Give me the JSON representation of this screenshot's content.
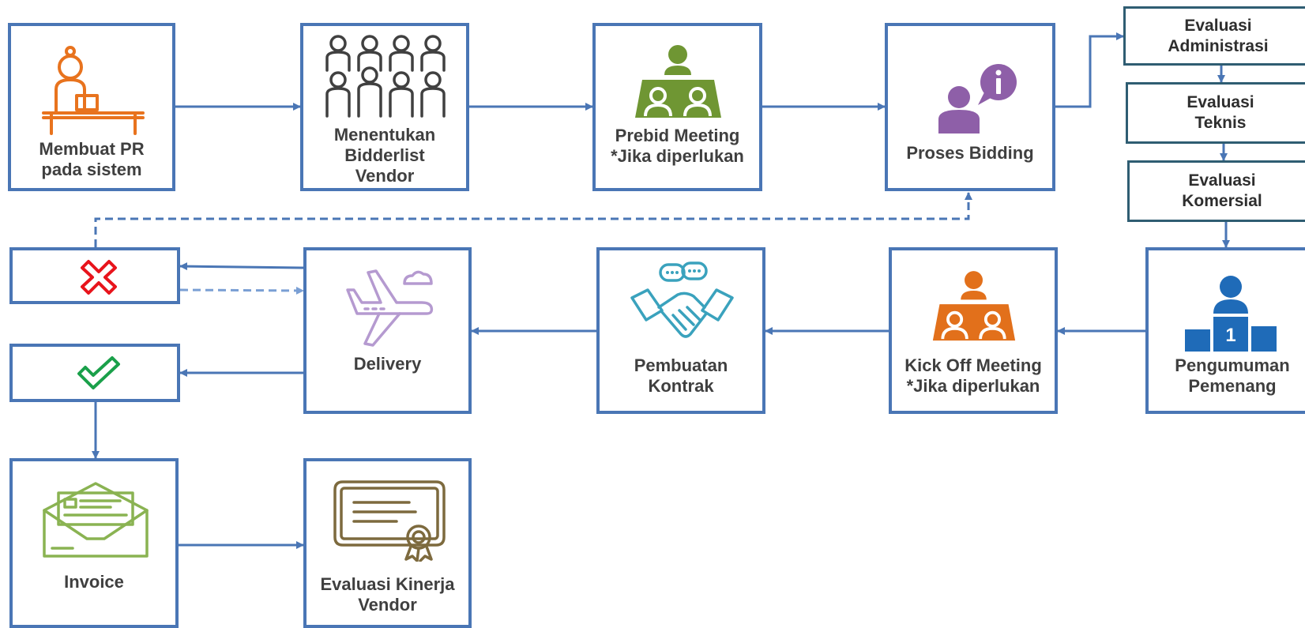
{
  "steps": {
    "pr": [
      "Membuat PR",
      "pada sistem"
    ],
    "bidderlist": [
      "Menentukan",
      "Bidderlist",
      "Vendor"
    ],
    "prebid": [
      "Prebid Meeting",
      "*Jika diperlukan"
    ],
    "bidding": [
      "Proses Bidding"
    ],
    "eval_admin": [
      "Evaluasi",
      "Administrasi"
    ],
    "eval_teknis": [
      "Evaluasi",
      "Teknis"
    ],
    "eval_komersial": [
      "Evaluasi",
      "Komersial"
    ],
    "pemenang": [
      "Pengumuman",
      "Pemenang"
    ],
    "kickoff": [
      "Kick Off Meeting",
      "*Jika diperlukan"
    ],
    "kontrak": [
      "Pembuatan",
      "Kontrak"
    ],
    "delivery": [
      "Delivery"
    ],
    "invoice": [
      "Invoice"
    ],
    "kinerja": [
      "Evaluasi Kinerja",
      "Vendor"
    ]
  },
  "icons": {
    "pr": "office-worker-icon",
    "bidderlist": "vendor-group-icon",
    "prebid": "meeting-icon",
    "bidding": "bidder-info-icon",
    "pemenang": "winner-podium-icon",
    "kickoff": "meeting-icon",
    "kontrak": "handshake-icon",
    "delivery": "airplane-icon",
    "reject": "red-cross-icon",
    "accept": "green-check-icon",
    "invoice": "envelope-icon",
    "kinerja": "certificate-icon"
  },
  "colors": {
    "box_border": "#4a76b5",
    "eval_border": "#2f5d72",
    "arrow": "#4a76b5",
    "dashed_arrow": "#4a76b5",
    "pr_icon": "#e8731e",
    "bidderlist_icon": "#404040",
    "prebid_icon": "#6f9633",
    "bidding_icon": "#8e5fa8",
    "pemenang_icon": "#1f6bb8",
    "kickoff_icon": "#e2701b",
    "kontrak_icon": "#3aa2bd",
    "delivery_icon": "#b59ad0",
    "reject_icon": "#e8141c",
    "accept_icon": "#1aa04a",
    "invoice_icon": "#8ab352",
    "kinerja_icon": "#7d6a3e"
  }
}
